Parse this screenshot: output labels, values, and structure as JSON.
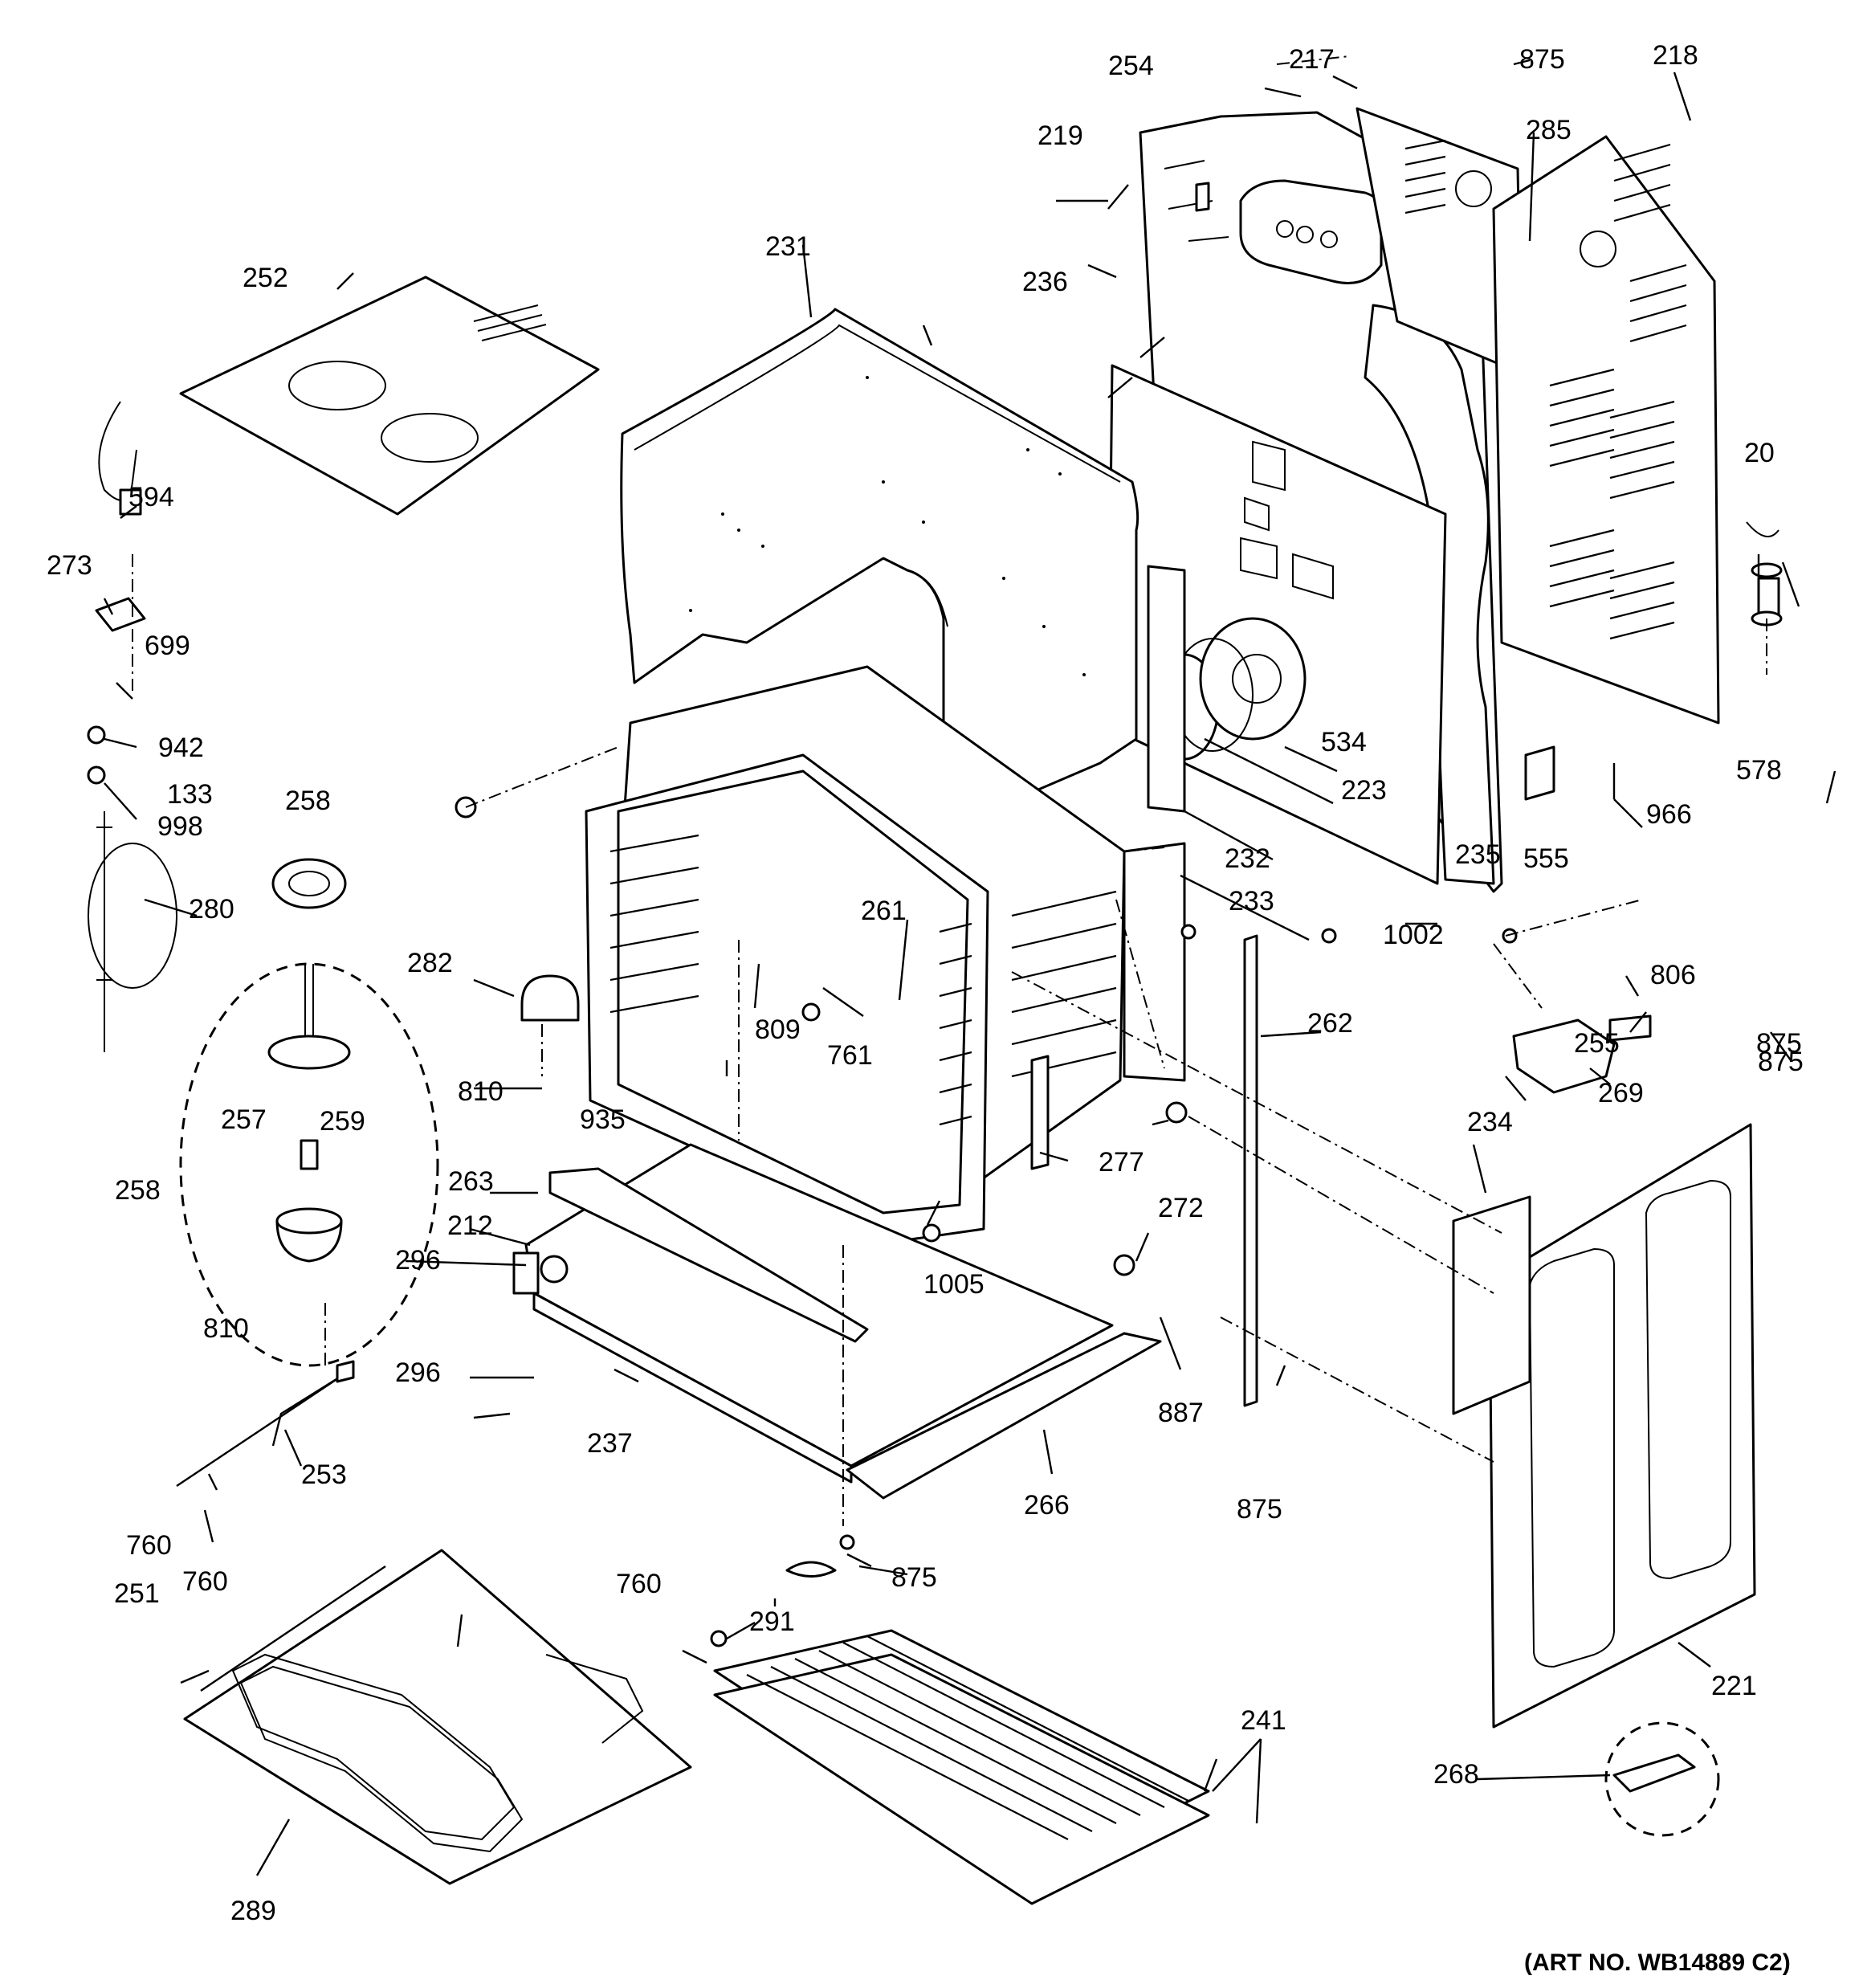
{
  "diagram": {
    "art_number": "(ART NO. WB14889 C2)",
    "callouts": [
      "20",
      "133",
      "212",
      "217",
      "218",
      "219",
      "221",
      "223",
      "231",
      "232",
      "233",
      "234",
      "235",
      "236",
      "237",
      "241",
      "251",
      "252",
      "253",
      "254",
      "255",
      "257",
      "258",
      "258",
      "259",
      "261",
      "262",
      "263",
      "266",
      "268",
      "269",
      "272",
      "273",
      "277",
      "280",
      "282",
      "285",
      "289",
      "291",
      "296",
      "296",
      "534",
      "555",
      "578",
      "594",
      "699",
      "760",
      "760",
      "760",
      "761",
      "806",
      "809",
      "810",
      "810",
      "875",
      "875",
      "875",
      "875",
      "875",
      "887",
      "935",
      "942",
      "966",
      "998",
      "1002",
      "1005"
    ]
  }
}
